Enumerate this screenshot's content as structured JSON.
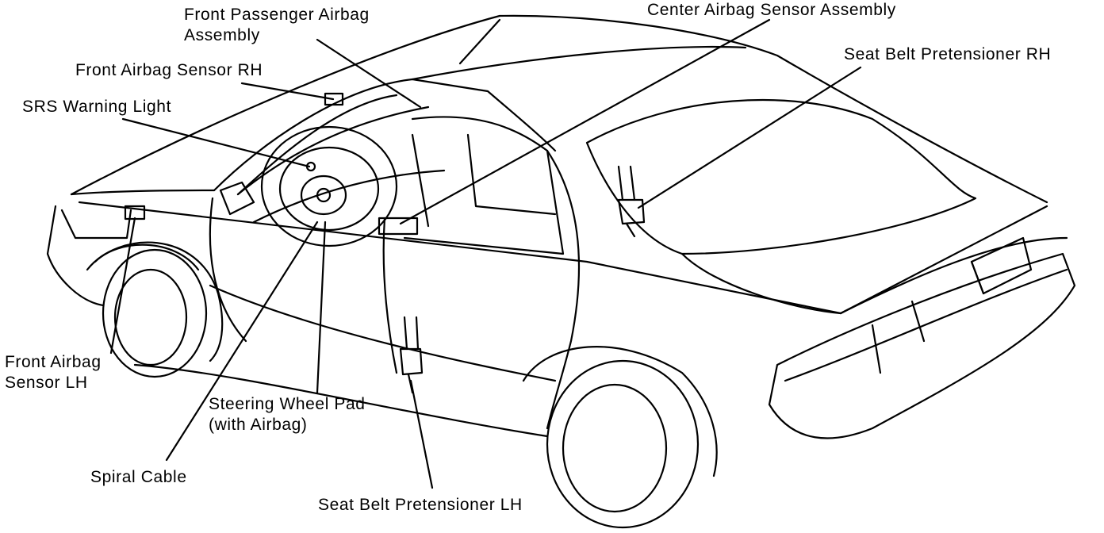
{
  "diagram": {
    "labels": {
      "front_passenger_airbag": [
        "Front Passenger Airbag",
        "Assembly"
      ],
      "center_airbag_sensor": [
        "Center Airbag Sensor Assembly"
      ],
      "seat_belt_pretensioner_rh": [
        "Seat Belt Pretensioner RH"
      ],
      "front_airbag_sensor_rh": [
        "Front Airbag Sensor RH"
      ],
      "srs_warning_light": [
        "SRS Warning Light"
      ],
      "front_airbag_sensor_lh": [
        "Front Airbag",
        "Sensor LH"
      ],
      "steering_wheel_pad": [
        "Steering Wheel Pad",
        "(with Airbag)"
      ],
      "spiral_cable": [
        "Spiral Cable"
      ],
      "seat_belt_pretensioner_lh": [
        "Seat Belt Pretensioner LH"
      ]
    }
  }
}
